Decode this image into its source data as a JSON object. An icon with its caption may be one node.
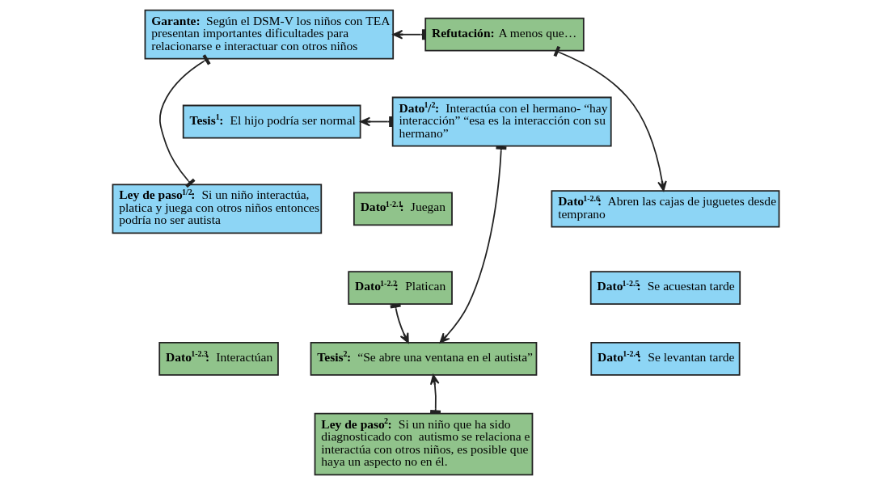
{
  "diagram": {
    "nodes": [
      {
        "text": [
          "**Garante:** Según el DSM-V los niños con TEA presentan importantes dificultades para relacionarse e interactuar con otros niños"
        ]
      },
      {
        "text": [
          "**Refutación:** A menos que…"
        ]
      },
      {
        "text": [
          "**Tesis$^{1}$:** El hijo podría ser normal"
        ]
      },
      {
        "text": [
          "**Dato$^{1}$/$^{2}$:** Interactúa con el hermano- “hay interacción” “esa es la interacción con su hermano”"
        ]
      },
      {
        "text": [
          "**Ley de paso$^{1/2}$:** Si un niño interactúa, platica y juega con otros niños entonces podría no ser autista"
        ]
      },
      {
        "text": [
          "**Dato$^{1-2.1}$:** Juegan"
        ]
      },
      {
        "text": [
          "**Dato$^{1-2.6}$:** Abren las cajas de juguetes desde temprano"
        ]
      },
      {
        "text": [
          "**Dato$^{1-2.2}$:** Platican"
        ]
      },
      {
        "text": [
          "**Dato$^{1-2.5}$:** Se acuestan tarde"
        ]
      },
      {
        "text": [
          "**Tesis$^{2}$:** “Se abre una ventana en el autista”"
        ]
      },
      {
        "text": [
          "**Dato$^{1-2.3}$:** Interactúan"
        ]
      },
      {
        "text": [
          "**Dato$^{1-2.4}$:** Se levantan tarde"
        ]
      },
      {
        "text": [
          "**Ley de paso$^{2}$:** Si un niño que ha sido diagnosticado con  autismo se relaciona e interactúa con otros niños, es posible que haya un aspecto no en él."
        ]
      }
    ],
    "edges": [
      {
        "from": 1,
        "to": 0,
        "arrow": "to"
      },
      {
        "from": 0,
        "to": 4,
        "arrow": "other"
      },
      {
        "from": 3,
        "to": 2,
        "arrow": "to"
      },
      {
        "from": 3,
        "to": 9,
        "arrow": "to"
      },
      {
        "from": 1,
        "to": 6,
        "arrow": "to"
      },
      {
        "from": 7,
        "to": 9,
        "arrow": "to"
      },
      {
        "from": 12,
        "to": 9,
        "arrow": "to"
      }
    ]
  }
}
